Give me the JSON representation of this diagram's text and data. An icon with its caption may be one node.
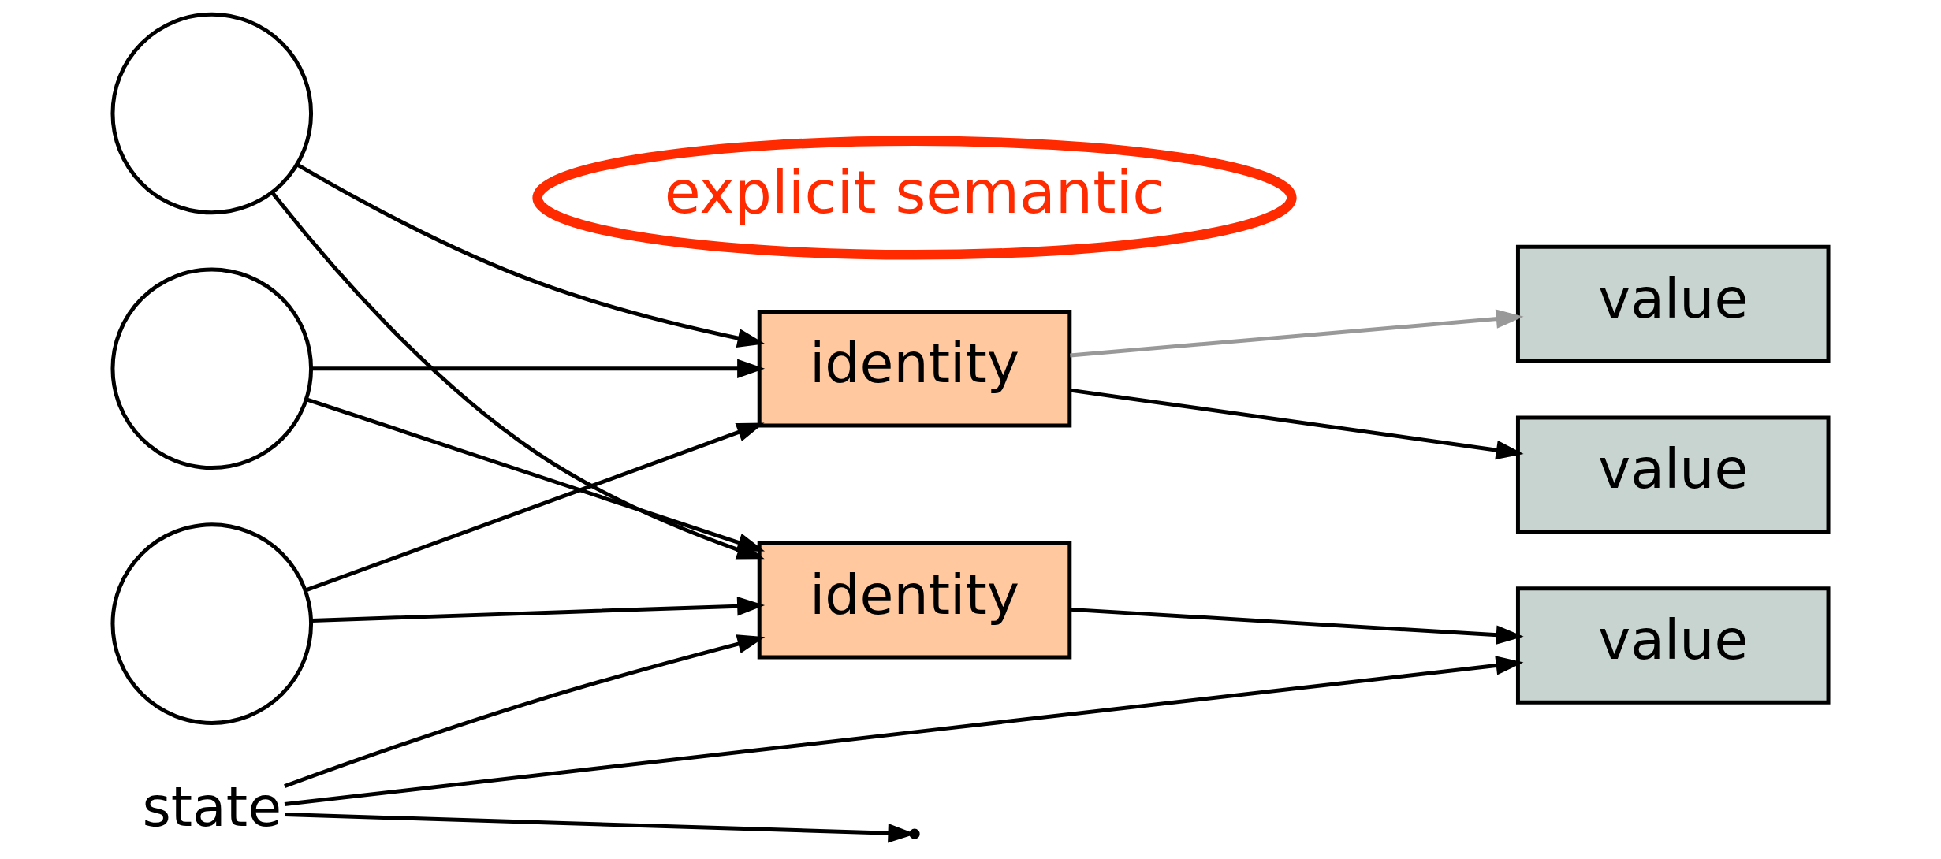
{
  "diagram": {
    "nodes": [
      {
        "text": [],
        "shape": "circle"
      },
      {
        "text": [],
        "shape": "circle"
      },
      {
        "text": [],
        "shape": "circle"
      },
      {
        "text": [
          "explicit semantic"
        ]
      },
      {
        "text": [
          "identity"
        ]
      },
      {
        "text": [
          "value"
        ]
      },
      {
        "text": [
          "value"
        ]
      },
      {
        "text": [
          "identity"
        ]
      },
      {
        "text": [
          "value"
        ]
      },
      {
        "text": [
          "state"
        ]
      }
    ],
    "edges": [
      {
        "from": 0,
        "to": 4,
        "arrow": "to"
      },
      {
        "from": 0,
        "to": 7,
        "arrow": "to"
      },
      {
        "from": 1,
        "to": 4,
        "arrow": "to"
      },
      {
        "from": 1,
        "to": 7,
        "arrow": "to"
      },
      {
        "from": 2,
        "to": 4,
        "arrow": "to"
      },
      {
        "from": 2,
        "to": 7,
        "arrow": "to"
      },
      {
        "from": 4,
        "to": 5,
        "arrow": "to",
        "color": "#999999"
      },
      {
        "from": 4,
        "to": 6,
        "arrow": "to"
      },
      {
        "from": 7,
        "to": 8,
        "arrow": "to"
      },
      {
        "from": 9,
        "to": 7,
        "arrow": "to"
      },
      {
        "from": 9,
        "to": null,
        "arrow": "to"
      },
      {
        "from": 9,
        "to": 8,
        "arrow": "to"
      }
    ]
  }
}
